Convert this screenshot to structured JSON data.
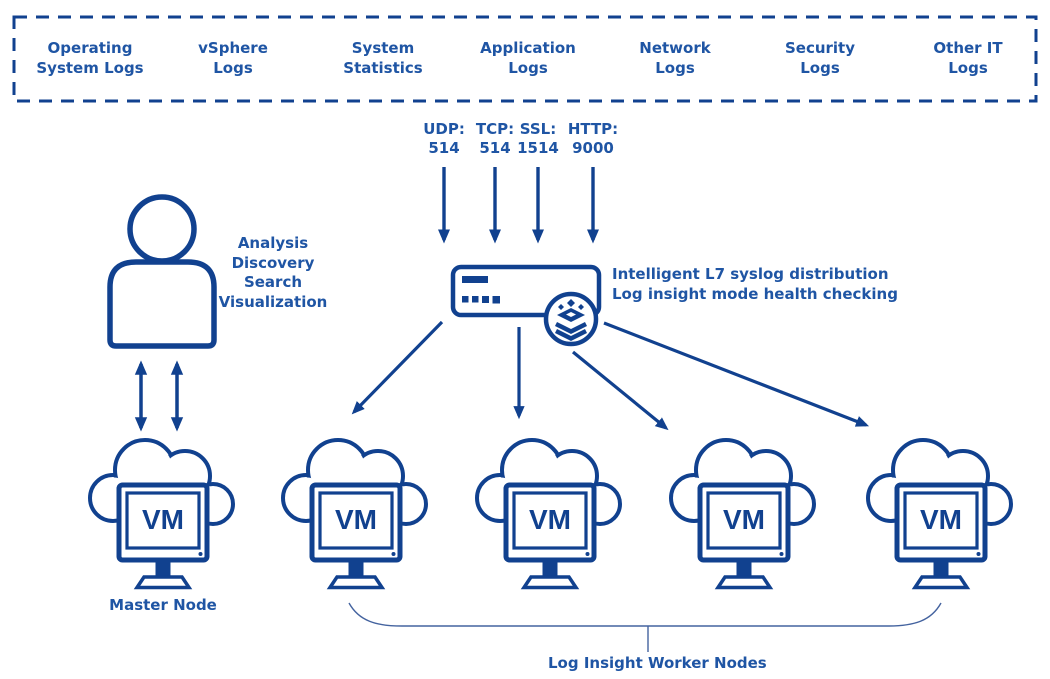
{
  "colors": {
    "primary_shape": "#11418f",
    "text": "#1f55a4",
    "brace_line": "#44639f",
    "background": "#ffffff"
  },
  "log_sources_box": {
    "items": [
      {
        "line1": "Operating",
        "line2": "System Logs"
      },
      {
        "line1": "vSphere",
        "line2": "Logs"
      },
      {
        "line1": "System",
        "line2": "Statistics"
      },
      {
        "line1": "Application",
        "line2": "Logs"
      },
      {
        "line1": "Network",
        "line2": "Logs"
      },
      {
        "line1": "Security",
        "line2": "Logs"
      },
      {
        "line1": "Other IT",
        "line2": "Logs"
      }
    ]
  },
  "ingest_ports": [
    {
      "protocol": "UDP:",
      "port": "514"
    },
    {
      "protocol": "TCP:",
      "port": "514"
    },
    {
      "protocol": "SSL:",
      "port": "1514"
    },
    {
      "protocol": "HTTP:",
      "port": "9000"
    }
  ],
  "user": {
    "icon": "person-icon",
    "capabilities": [
      "Analysis",
      "Discovery",
      "Search",
      "Visualization"
    ]
  },
  "load_balancer": {
    "icon": "appliance-with-layered-stack-badge-icon",
    "note_line1": "Intelligent L7 syslog distribution",
    "note_line2": "Log insight mode health checking"
  },
  "nodes": {
    "icon": "cloud-vm-icon",
    "vm_label": "VM",
    "master_label": "Master Node",
    "workers_label": "Log Insight Worker Nodes",
    "worker_count": 4
  }
}
